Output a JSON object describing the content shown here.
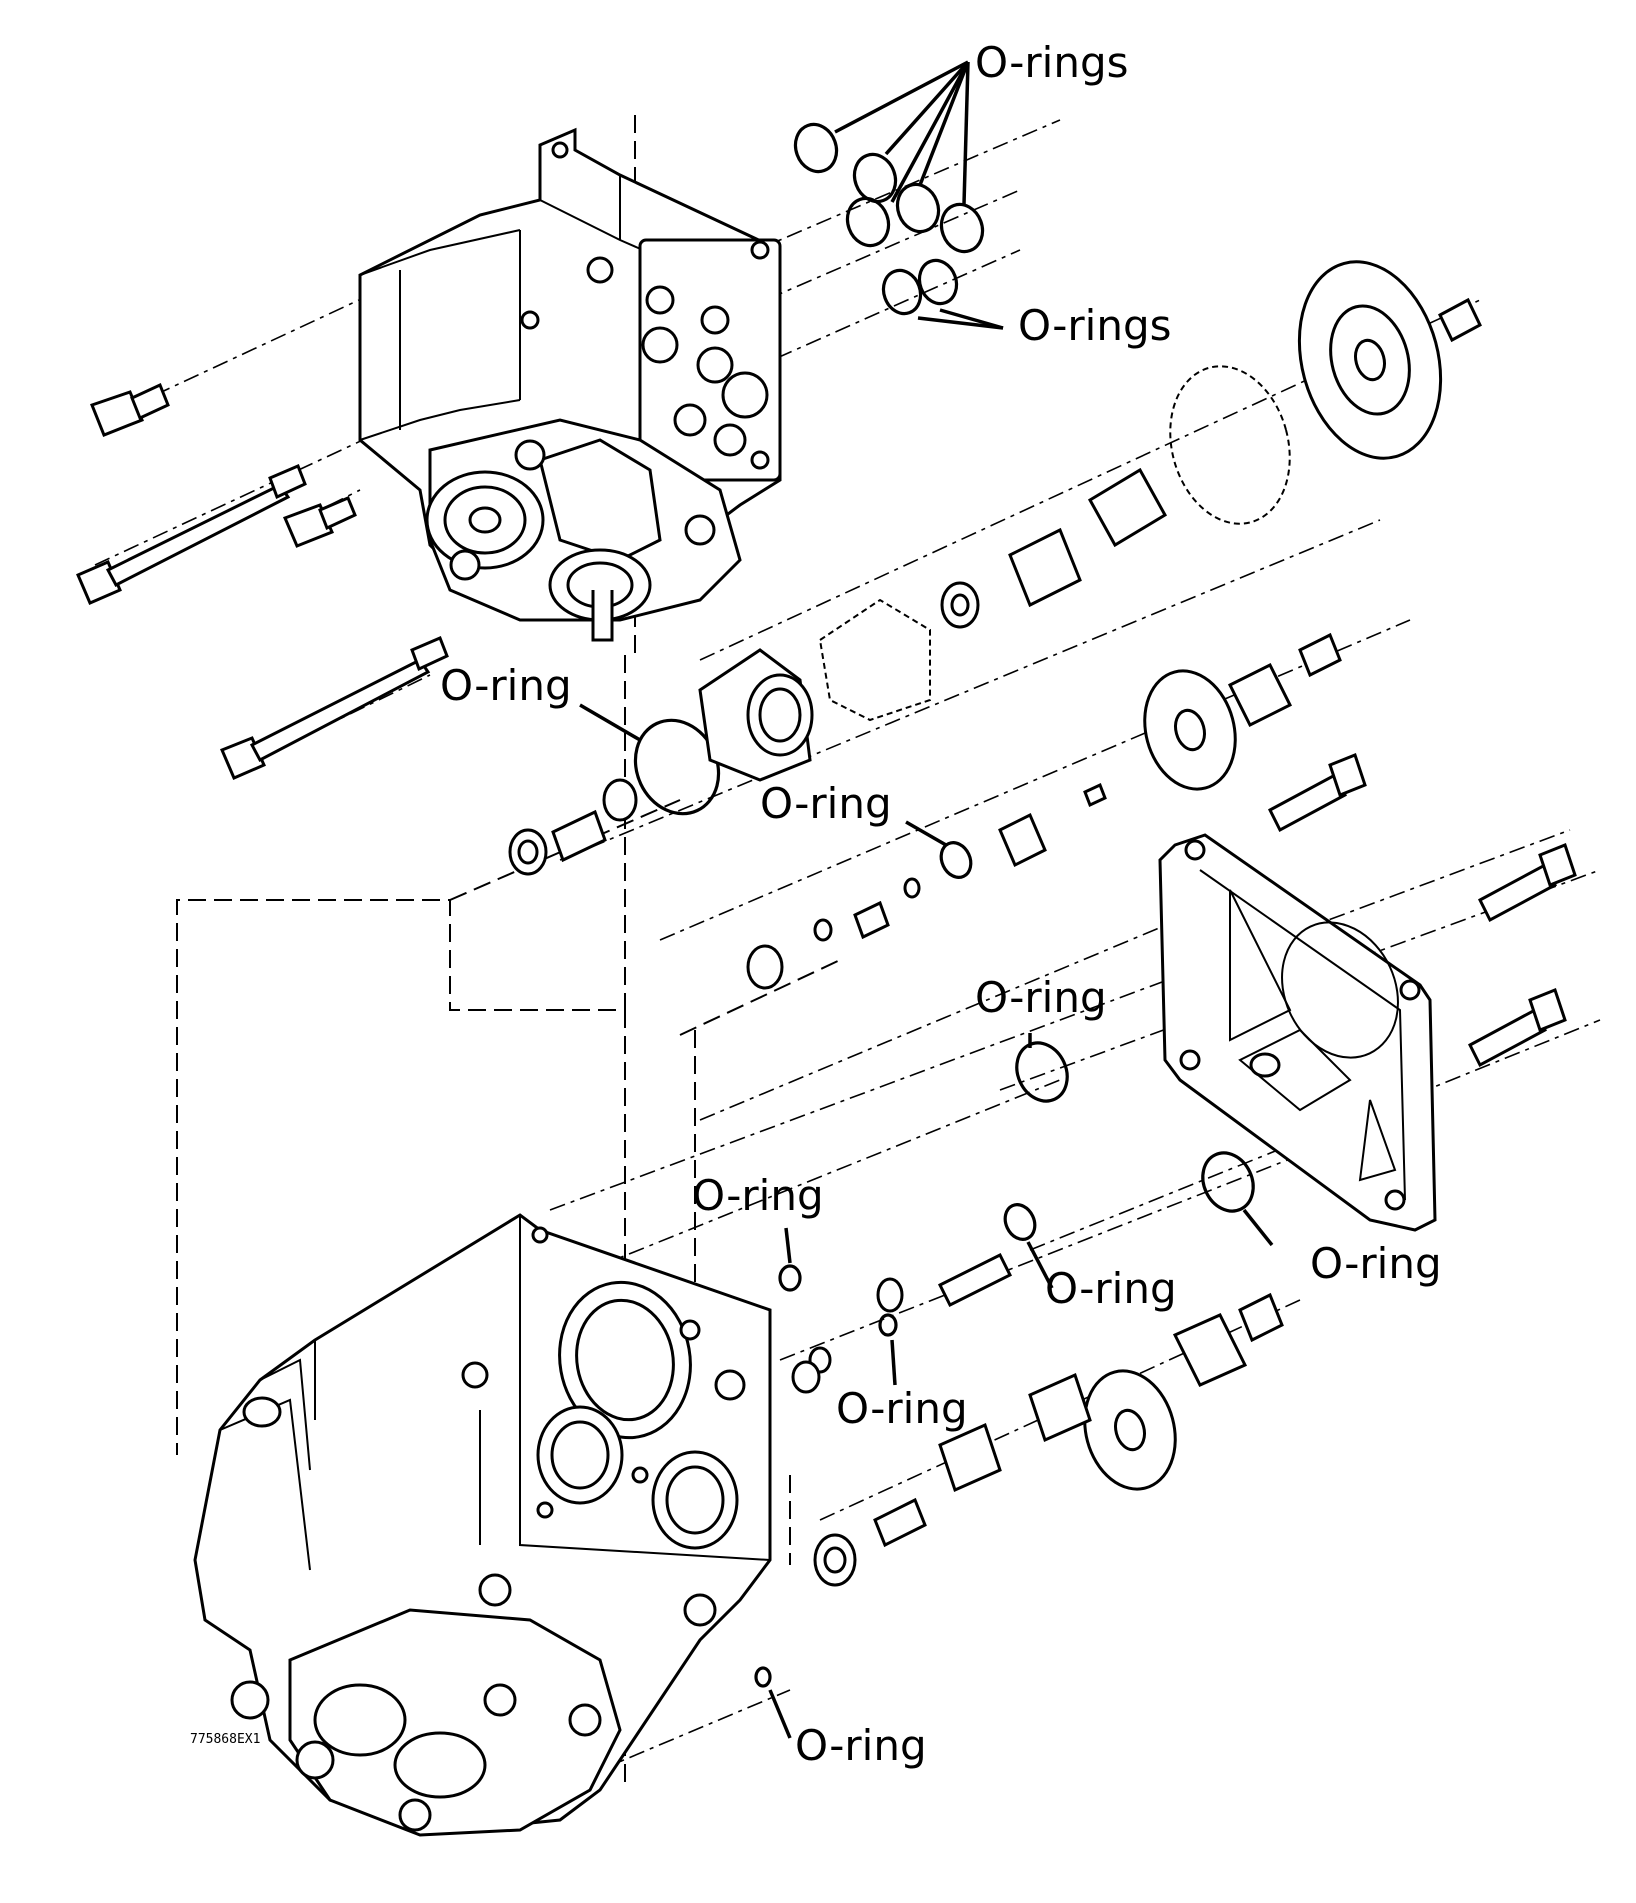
{
  "labels": {
    "orings_top": "O-rings",
    "orings_mid": "O-rings",
    "oring_left": "O-ring",
    "oring_center": "O-ring",
    "oring_right_mid": "O-ring",
    "oring_lower_left": "O-ring",
    "oring_lower_mid": "O-ring",
    "oring_lower_center": "O-ring",
    "oring_right_lower": "O-ring",
    "oring_bottom": "O-ring"
  },
  "drawing_code": "775868EX1"
}
